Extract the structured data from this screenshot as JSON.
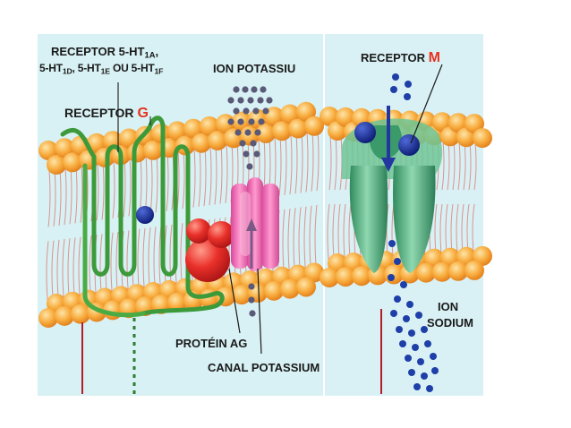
{
  "receptor_5ht": {
    "line1_text": "RECEPTOR 5-HT",
    "line1_sub": "1A",
    "line1_tail": ",",
    "line2_a": "5-HT",
    "line2_a_sub": "1D",
    "line2_b": ", 5-HT",
    "line2_b_sub": "1E",
    "line2_c": " OU 5-HT",
    "line2_c_sub": "1F"
  },
  "receptor_g": {
    "text": "RECEPTOR ",
    "letter": "G"
  },
  "ion_potassiu": "ION  POTASSIU",
  "receptor_m": {
    "text": "RECEPTOR ",
    "letter": "M"
  },
  "protein_ag": "PROTÉIN AG",
  "canal_potassium": "CANAL POTASSIUM",
  "ion_sodium": {
    "line1": "ION",
    "line2": "SODIUM"
  },
  "colors": {
    "background_left": "#d8f1f4",
    "background_right": "#d9f1f5",
    "lipid_head": "#f7a63a",
    "lipid_tail": "#e0453c",
    "g_receptor": "#3d9a3a",
    "m_receptor": "#3e9e6e",
    "k_channel": "#f06ab4",
    "g_protein": "#e52a2a",
    "ion_sodium": "#1f3fa8",
    "ion_potassium": "#5a5a78",
    "accent_red": "#e8321e"
  }
}
